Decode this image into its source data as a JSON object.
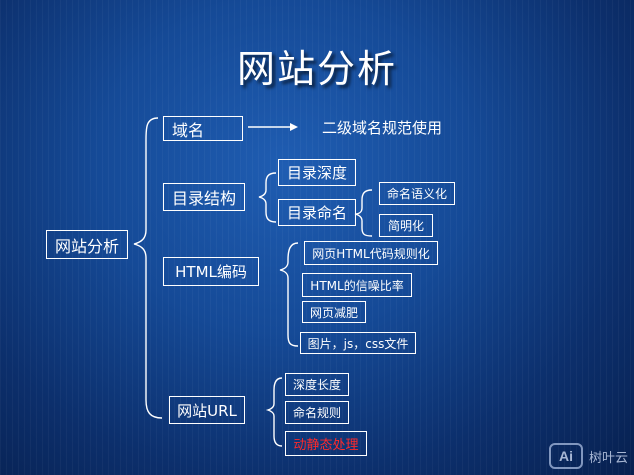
{
  "title": "网站分析",
  "root": "网站分析",
  "nodes": {
    "domain": "域名",
    "domain_note": "二级域名规范使用",
    "dir_structure": "目录结构",
    "dir_depth": "目录深度",
    "dir_naming": "目录命名",
    "naming_semantic": "命名语义化",
    "naming_simple": "简明化",
    "html_coding": "HTML编码",
    "html_standard": "网页HTML代码规则化",
    "html_snr": "HTML的信噪比率",
    "page_slim": "网页减肥",
    "assets": "图片，js，css文件",
    "site_url": "网站URL",
    "depth_length": "深度长度",
    "naming_rules": "命名规则",
    "dynamic_static": "动静态处理"
  },
  "watermark": {
    "mark": "Ai",
    "text": "树叶云"
  },
  "colors": {
    "highlight": "#ff2a2a",
    "background": "#154a97"
  }
}
